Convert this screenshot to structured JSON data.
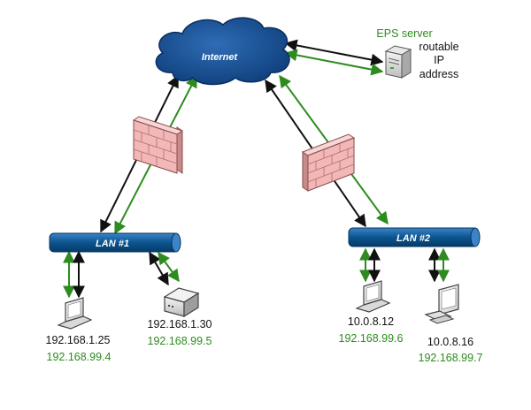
{
  "colors": {
    "black_link": "#111111",
    "green_link": "#2e8b1f",
    "lan_bar": "#0b5590",
    "cloud": "#114a8a",
    "firewall": "#f2b8b8"
  },
  "internet": {
    "label": "Internet"
  },
  "eps_server": {
    "title": "EPS server",
    "desc_line1": "routable",
    "desc_line2": "IP",
    "desc_line3": "address"
  },
  "lans": [
    {
      "label": "LAN #1"
    },
    {
      "label": "LAN #2"
    }
  ],
  "hosts": [
    {
      "type": "laptop",
      "ip": "192.168.1.25",
      "virtual_ip": "192.168.99.4"
    },
    {
      "type": "router",
      "ip": "192.168.1.30",
      "virtual_ip": "192.168.99.5"
    },
    {
      "type": "laptop",
      "ip": "10.0.8.12",
      "virtual_ip": "192.168.99.6"
    },
    {
      "type": "desktop",
      "ip": "10.0.8.16",
      "virtual_ip": "192.168.99.7"
    }
  ]
}
